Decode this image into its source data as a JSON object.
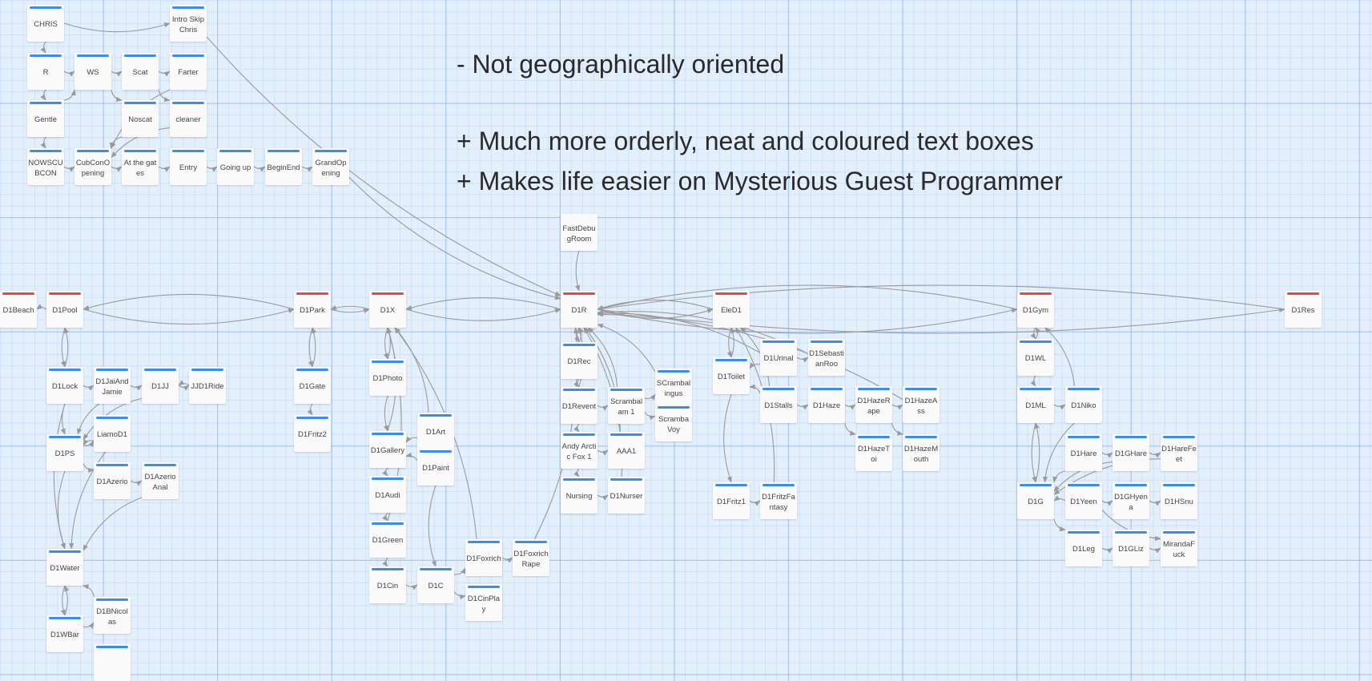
{
  "notes": [
    "- Not geographically oriented",
    "+ Much more orderly, neat and coloured text boxes",
    "+ Makes life easier on Mysterious Guest Programmer"
  ],
  "colors": {
    "start_bar": "#f0443f",
    "passage_bar": "#3b8ced",
    "link": "#9a9a9a",
    "background": "#e4effc"
  },
  "passages": [
    {
      "label": "CHRIS",
      "type": "passage"
    },
    {
      "label": "Intro Skip Chris",
      "type": "passage"
    },
    {
      "label": "R",
      "type": "passage"
    },
    {
      "label": "WS",
      "type": "passage"
    },
    {
      "label": "Scat",
      "type": "passage"
    },
    {
      "label": "Farter",
      "type": "passage"
    },
    {
      "label": "Gentle",
      "type": "passage"
    },
    {
      "label": "Noscat",
      "type": "passage"
    },
    {
      "label": "cleaner",
      "type": "passage"
    },
    {
      "label": "NOWSCUBCON",
      "type": "passage"
    },
    {
      "label": "CubConOpening",
      "type": "passage"
    },
    {
      "label": "At the gates",
      "type": "passage"
    },
    {
      "label": "Entry",
      "type": "passage"
    },
    {
      "label": "Going up",
      "type": "passage"
    },
    {
      "label": "BeginEnd",
      "type": "passage"
    },
    {
      "label": "GrandOpening",
      "type": "passage"
    },
    {
      "label": "FastDebugRoom",
      "type": "plain"
    },
    {
      "label": "D1Beach",
      "type": "start"
    },
    {
      "label": "D1Pool",
      "type": "start"
    },
    {
      "label": "D1Park",
      "type": "start"
    },
    {
      "label": "D1X",
      "type": "start"
    },
    {
      "label": "D1R",
      "type": "start"
    },
    {
      "label": "EleD1",
      "type": "start"
    },
    {
      "label": "D1Gym",
      "type": "start"
    },
    {
      "label": "D1Res",
      "type": "start"
    },
    {
      "label": "D1Lock",
      "type": "passage"
    },
    {
      "label": "D1JaiAndJamie",
      "type": "passage"
    },
    {
      "label": "D1JJ",
      "type": "passage"
    },
    {
      "label": "JJD1Ride",
      "type": "passage"
    },
    {
      "label": "LiamoD1",
      "type": "passage"
    },
    {
      "label": "D1PS",
      "type": "passage"
    },
    {
      "label": "D1Azerio",
      "type": "passage"
    },
    {
      "label": "D1AzerioAnal",
      "type": "passage"
    },
    {
      "label": "D1Water",
      "type": "passage"
    },
    {
      "label": "D1BNicolas",
      "type": "passage"
    },
    {
      "label": "D1WBar",
      "type": "passage"
    },
    {
      "label": "",
      "type": "passage"
    },
    {
      "label": "D1Gate",
      "type": "passage"
    },
    {
      "label": "D1Fritz2",
      "type": "passage"
    },
    {
      "label": "D1Photo",
      "type": "passage"
    },
    {
      "label": "D1Art",
      "type": "passage"
    },
    {
      "label": "D1Gallery",
      "type": "passage"
    },
    {
      "label": "D1Paint",
      "type": "passage"
    },
    {
      "label": "D1Audi",
      "type": "passage"
    },
    {
      "label": "D1Green",
      "type": "passage"
    },
    {
      "label": "D1Cin",
      "type": "passage"
    },
    {
      "label": "D1C",
      "type": "passage"
    },
    {
      "label": "D1Foxrich",
      "type": "passage"
    },
    {
      "label": "D1FoxrichRape",
      "type": "passage"
    },
    {
      "label": "D1CinPlay",
      "type": "passage"
    },
    {
      "label": "D1Rec",
      "type": "passage"
    },
    {
      "label": "D1Revent",
      "type": "passage"
    },
    {
      "label": "Scrambalam 1",
      "type": "passage"
    },
    {
      "label": "SCrambalingus",
      "type": "passage"
    },
    {
      "label": "ScrambaVoy",
      "type": "passage"
    },
    {
      "label": "Andy Arctic Fox 1",
      "type": "passage"
    },
    {
      "label": "AAA1",
      "type": "passage"
    },
    {
      "label": "Nursing",
      "type": "passage"
    },
    {
      "label": "D1Nurser",
      "type": "passage"
    },
    {
      "label": "D1Urinal",
      "type": "passage"
    },
    {
      "label": "D1SebastianRoo",
      "type": "passage"
    },
    {
      "label": "D1Toilet",
      "type": "passage"
    },
    {
      "label": "D1Stalls",
      "type": "passage"
    },
    {
      "label": "D1Haze",
      "type": "passage"
    },
    {
      "label": "D1HazeRape",
      "type": "passage"
    },
    {
      "label": "D1HazeAss",
      "type": "passage"
    },
    {
      "label": "D1HazeToi",
      "type": "passage"
    },
    {
      "label": "D1HazeMouth",
      "type": "passage"
    },
    {
      "label": "D1Fritz1",
      "type": "passage"
    },
    {
      "label": "D1FritzFantasy",
      "type": "passage"
    },
    {
      "label": "D1WL",
      "type": "passage"
    },
    {
      "label": "D1ML",
      "type": "passage"
    },
    {
      "label": "D1Niko",
      "type": "passage"
    },
    {
      "label": "D1Hare",
      "type": "passage"
    },
    {
      "label": "D1GHare",
      "type": "passage"
    },
    {
      "label": "D1HareFeet",
      "type": "passage"
    },
    {
      "label": "D1G",
      "type": "passage"
    },
    {
      "label": "D1Yeen",
      "type": "passage"
    },
    {
      "label": "D1GHyena",
      "type": "passage"
    },
    {
      "label": "D1HSnu",
      "type": "passage"
    },
    {
      "label": "D1Leg",
      "type": "passage"
    },
    {
      "label": "D1GLiz",
      "type": "passage"
    },
    {
      "label": "MirandaFuck",
      "type": "passage"
    }
  ],
  "links": [
    [
      "CHRIS",
      "Intro Skip Chris"
    ],
    [
      "CHRIS",
      "R"
    ],
    [
      "R",
      "WS"
    ],
    [
      "R",
      "Gentle"
    ],
    [
      "Gentle",
      "WS"
    ],
    [
      "WS",
      "Scat"
    ],
    [
      "WS",
      "Noscat"
    ],
    [
      "Scat",
      "Farter"
    ],
    [
      "Scat",
      "cleaner"
    ],
    [
      "Farter",
      "CubConOpening"
    ],
    [
      "Noscat",
      "CubConOpening"
    ],
    [
      "cleaner",
      "CubConOpening"
    ],
    [
      "Gentle",
      "NOWSCUBCON"
    ],
    [
      "NOWSCUBCON",
      "CubConOpening"
    ],
    [
      "CubConOpening",
      "At the gates"
    ],
    [
      "At the gates",
      "Entry"
    ],
    [
      "Entry",
      "Going up"
    ],
    [
      "Going up",
      "BeginEnd"
    ],
    [
      "BeginEnd",
      "GrandOpening"
    ],
    [
      "GrandOpening",
      "D1R"
    ],
    [
      "Intro Skip Chris",
      "D1R"
    ],
    [
      "FastDebugRoom",
      "D1R"
    ],
    [
      "D1Pool",
      "D1Beach"
    ],
    [
      "D1Park",
      "D1Pool"
    ],
    [
      "D1Pool",
      "D1Park"
    ],
    [
      "D1X",
      "D1Park"
    ],
    [
      "D1Park",
      "D1X"
    ],
    [
      "D1R",
      "D1X"
    ],
    [
      "D1X",
      "D1R"
    ],
    [
      "D1R",
      "EleD1"
    ],
    [
      "D1R",
      "D1Gym"
    ],
    [
      "D1R",
      "D1Res"
    ],
    [
      "EleD1",
      "D1R"
    ],
    [
      "D1Gym",
      "D1R"
    ],
    [
      "D1Res",
      "D1R"
    ],
    [
      "D1Pool",
      "D1Lock"
    ],
    [
      "D1Lock",
      "D1Pool"
    ],
    [
      "D1Lock",
      "D1JaiAndJamie"
    ],
    [
      "D1JaiAndJamie",
      "D1JJ"
    ],
    [
      "D1JJ",
      "JJD1Ride"
    ],
    [
      "JJD1Ride",
      "D1JJ"
    ],
    [
      "D1Lock",
      "D1PS"
    ],
    [
      "D1JaiAndJamie",
      "D1PS"
    ],
    [
      "LiamoD1",
      "D1PS"
    ],
    [
      "D1PS",
      "LiamoD1"
    ],
    [
      "D1PS",
      "D1Azerio"
    ],
    [
      "D1Azerio",
      "D1AzerioAnal"
    ],
    [
      "D1AzerioAnal",
      "D1Water"
    ],
    [
      "D1PS",
      "D1Water"
    ],
    [
      "D1Lock",
      "D1Water"
    ],
    [
      "LiamoD1",
      "D1Water"
    ],
    [
      "D1JJ",
      "D1PS"
    ],
    [
      "D1Water",
      "D1WBar"
    ],
    [
      "D1WBar",
      "D1BNicolas"
    ],
    [
      "D1BNicolas",
      "D1Water"
    ],
    [
      "D1WBar",
      "D1Water"
    ],
    [
      "D1Park",
      "D1Gate"
    ],
    [
      "D1Gate",
      "D1Park"
    ],
    [
      "D1Gate",
      "D1Fritz2"
    ],
    [
      "D1X",
      "D1Photo"
    ],
    [
      "D1Photo",
      "D1Gallery"
    ],
    [
      "D1Art",
      "D1Gallery"
    ],
    [
      "D1Paint",
      "D1Gallery"
    ],
    [
      "D1Gallery",
      "D1Audi"
    ],
    [
      "D1Audi",
      "D1Green"
    ],
    [
      "D1Green",
      "D1Cin"
    ],
    [
      "D1Cin",
      "D1C"
    ],
    [
      "D1C",
      "D1Foxrich"
    ],
    [
      "D1C",
      "D1CinPlay"
    ],
    [
      "D1Foxrich",
      "D1FoxrichRape"
    ],
    [
      "D1Art",
      "D1X"
    ],
    [
      "D1Foxrich",
      "D1X"
    ],
    [
      "D1Gallery",
      "D1X"
    ],
    [
      "D1Green",
      "D1X"
    ],
    [
      "D1Paint",
      "D1C"
    ],
    [
      "D1FoxrichRape",
      "D1R"
    ],
    [
      "D1Photo",
      "D1X"
    ],
    [
      "D1R",
      "D1Rec"
    ],
    [
      "D1Rec",
      "D1R"
    ],
    [
      "D1Rec",
      "D1Revent"
    ],
    [
      "D1Revent",
      "Scrambalam 1"
    ],
    [
      "D1Revent",
      "Andy Arctic Fox 1"
    ],
    [
      "Andy Arctic Fox 1",
      "AAA1"
    ],
    [
      "Andy Arctic Fox 1",
      "Nursing"
    ],
    [
      "Nursing",
      "D1Nurser"
    ],
    [
      "Scrambalam 1",
      "SCrambalingus"
    ],
    [
      "Scrambalam 1",
      "ScrambaVoy"
    ],
    [
      "Scrambalam 1",
      "D1R"
    ],
    [
      "SCrambalingus",
      "D1R"
    ],
    [
      "D1Revent",
      "D1R"
    ],
    [
      "AAA1",
      "D1R"
    ],
    [
      "D1Nurser",
      "D1R"
    ],
    [
      "EleD1",
      "D1Toilet"
    ],
    [
      "D1Toilet",
      "EleD1"
    ],
    [
      "D1Urinal",
      "D1SebastianRoo"
    ],
    [
      "D1Urinal",
      "D1Toilet"
    ],
    [
      "D1Stalls",
      "D1Toilet"
    ],
    [
      "D1Stalls",
      "D1Haze"
    ],
    [
      "D1Haze",
      "D1HazeRape"
    ],
    [
      "D1HazeRape",
      "D1HazeAss"
    ],
    [
      "D1Haze",
      "D1HazeToi"
    ],
    [
      "D1HazeRape",
      "D1HazeMouth"
    ],
    [
      "D1Toilet",
      "D1Fritz1"
    ],
    [
      "D1Fritz1",
      "D1FritzFantasy"
    ],
    [
      "D1Urinal",
      "D1R"
    ],
    [
      "D1SebastianRoo",
      "D1R"
    ],
    [
      "D1HazeAss",
      "D1R"
    ],
    [
      "D1FritzFantasy",
      "EleD1"
    ],
    [
      "D1Stalls",
      "EleD1"
    ],
    [
      "D1Gym",
      "D1WL"
    ],
    [
      "D1WL",
      "D1Gym"
    ],
    [
      "D1WL",
      "D1ML"
    ],
    [
      "D1ML",
      "D1Niko"
    ],
    [
      "D1Niko",
      "D1Gym"
    ],
    [
      "D1Niko",
      "D1G"
    ],
    [
      "D1ML",
      "D1G"
    ],
    [
      "D1G",
      "D1ML"
    ],
    [
      "D1Hare",
      "D1GHare"
    ],
    [
      "D1GHare",
      "D1HareFeet"
    ],
    [
      "D1Hare",
      "D1G"
    ],
    [
      "D1GHare",
      "D1G"
    ],
    [
      "D1Yeen",
      "D1G"
    ],
    [
      "D1Yeen",
      "D1GHyena"
    ],
    [
      "D1GHyena",
      "D1HSnu"
    ],
    [
      "D1G",
      "D1Leg"
    ],
    [
      "D1Leg",
      "D1GLiz"
    ],
    [
      "D1GLiz",
      "MirandaFuck"
    ],
    [
      "D1Yeen",
      "MirandaFuck"
    ],
    [
      "D1HareFeet",
      "D1G"
    ]
  ]
}
